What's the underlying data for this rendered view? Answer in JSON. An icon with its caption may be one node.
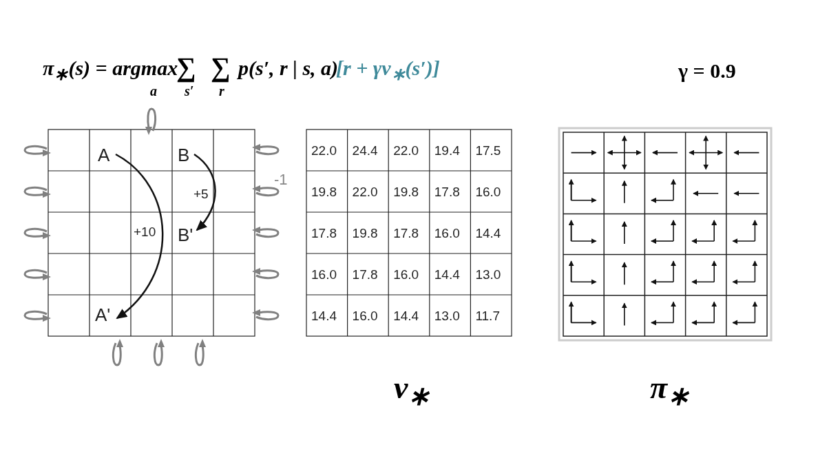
{
  "diagram": {
    "nodes": [
      {
        "text": [
          "A"
        ]
      },
      {
        "text": [
          "B"
        ]
      },
      {
        "text": [
          "B'"
        ]
      },
      {
        "text": [
          "A'"
        ]
      }
    ],
    "edges": [
      {
        "from": 0,
        "to": 3,
        "arrow": "to",
        "label": "+10"
      },
      {
        "from": 1,
        "to": 2,
        "arrow": "to",
        "label": "+5"
      }
    ],
    "labels": [
      "π$_{∗}$(s) = argmax",
      "a",
      "∑",
      "s′",
      "∑",
      "r",
      "p(s′, r | s, a)",
      "[r + γv$_{∗}$(s′)]",
      "γ = 0.9",
      "-1",
      "22.0",
      "24.4",
      "22.0",
      "19.4",
      "17.5",
      "19.8",
      "22.0",
      "19.8",
      "17.8",
      "16.0",
      "17.8",
      "19.8",
      "17.8",
      "16.0",
      "14.4",
      "16.0",
      "17.8",
      "16.0",
      "14.4",
      "13.0",
      "14.4",
      "16.0",
      "14.4",
      "13.0",
      "11.7",
      "v$_{∗}$",
      "π$_{∗}$"
    ]
  }
}
